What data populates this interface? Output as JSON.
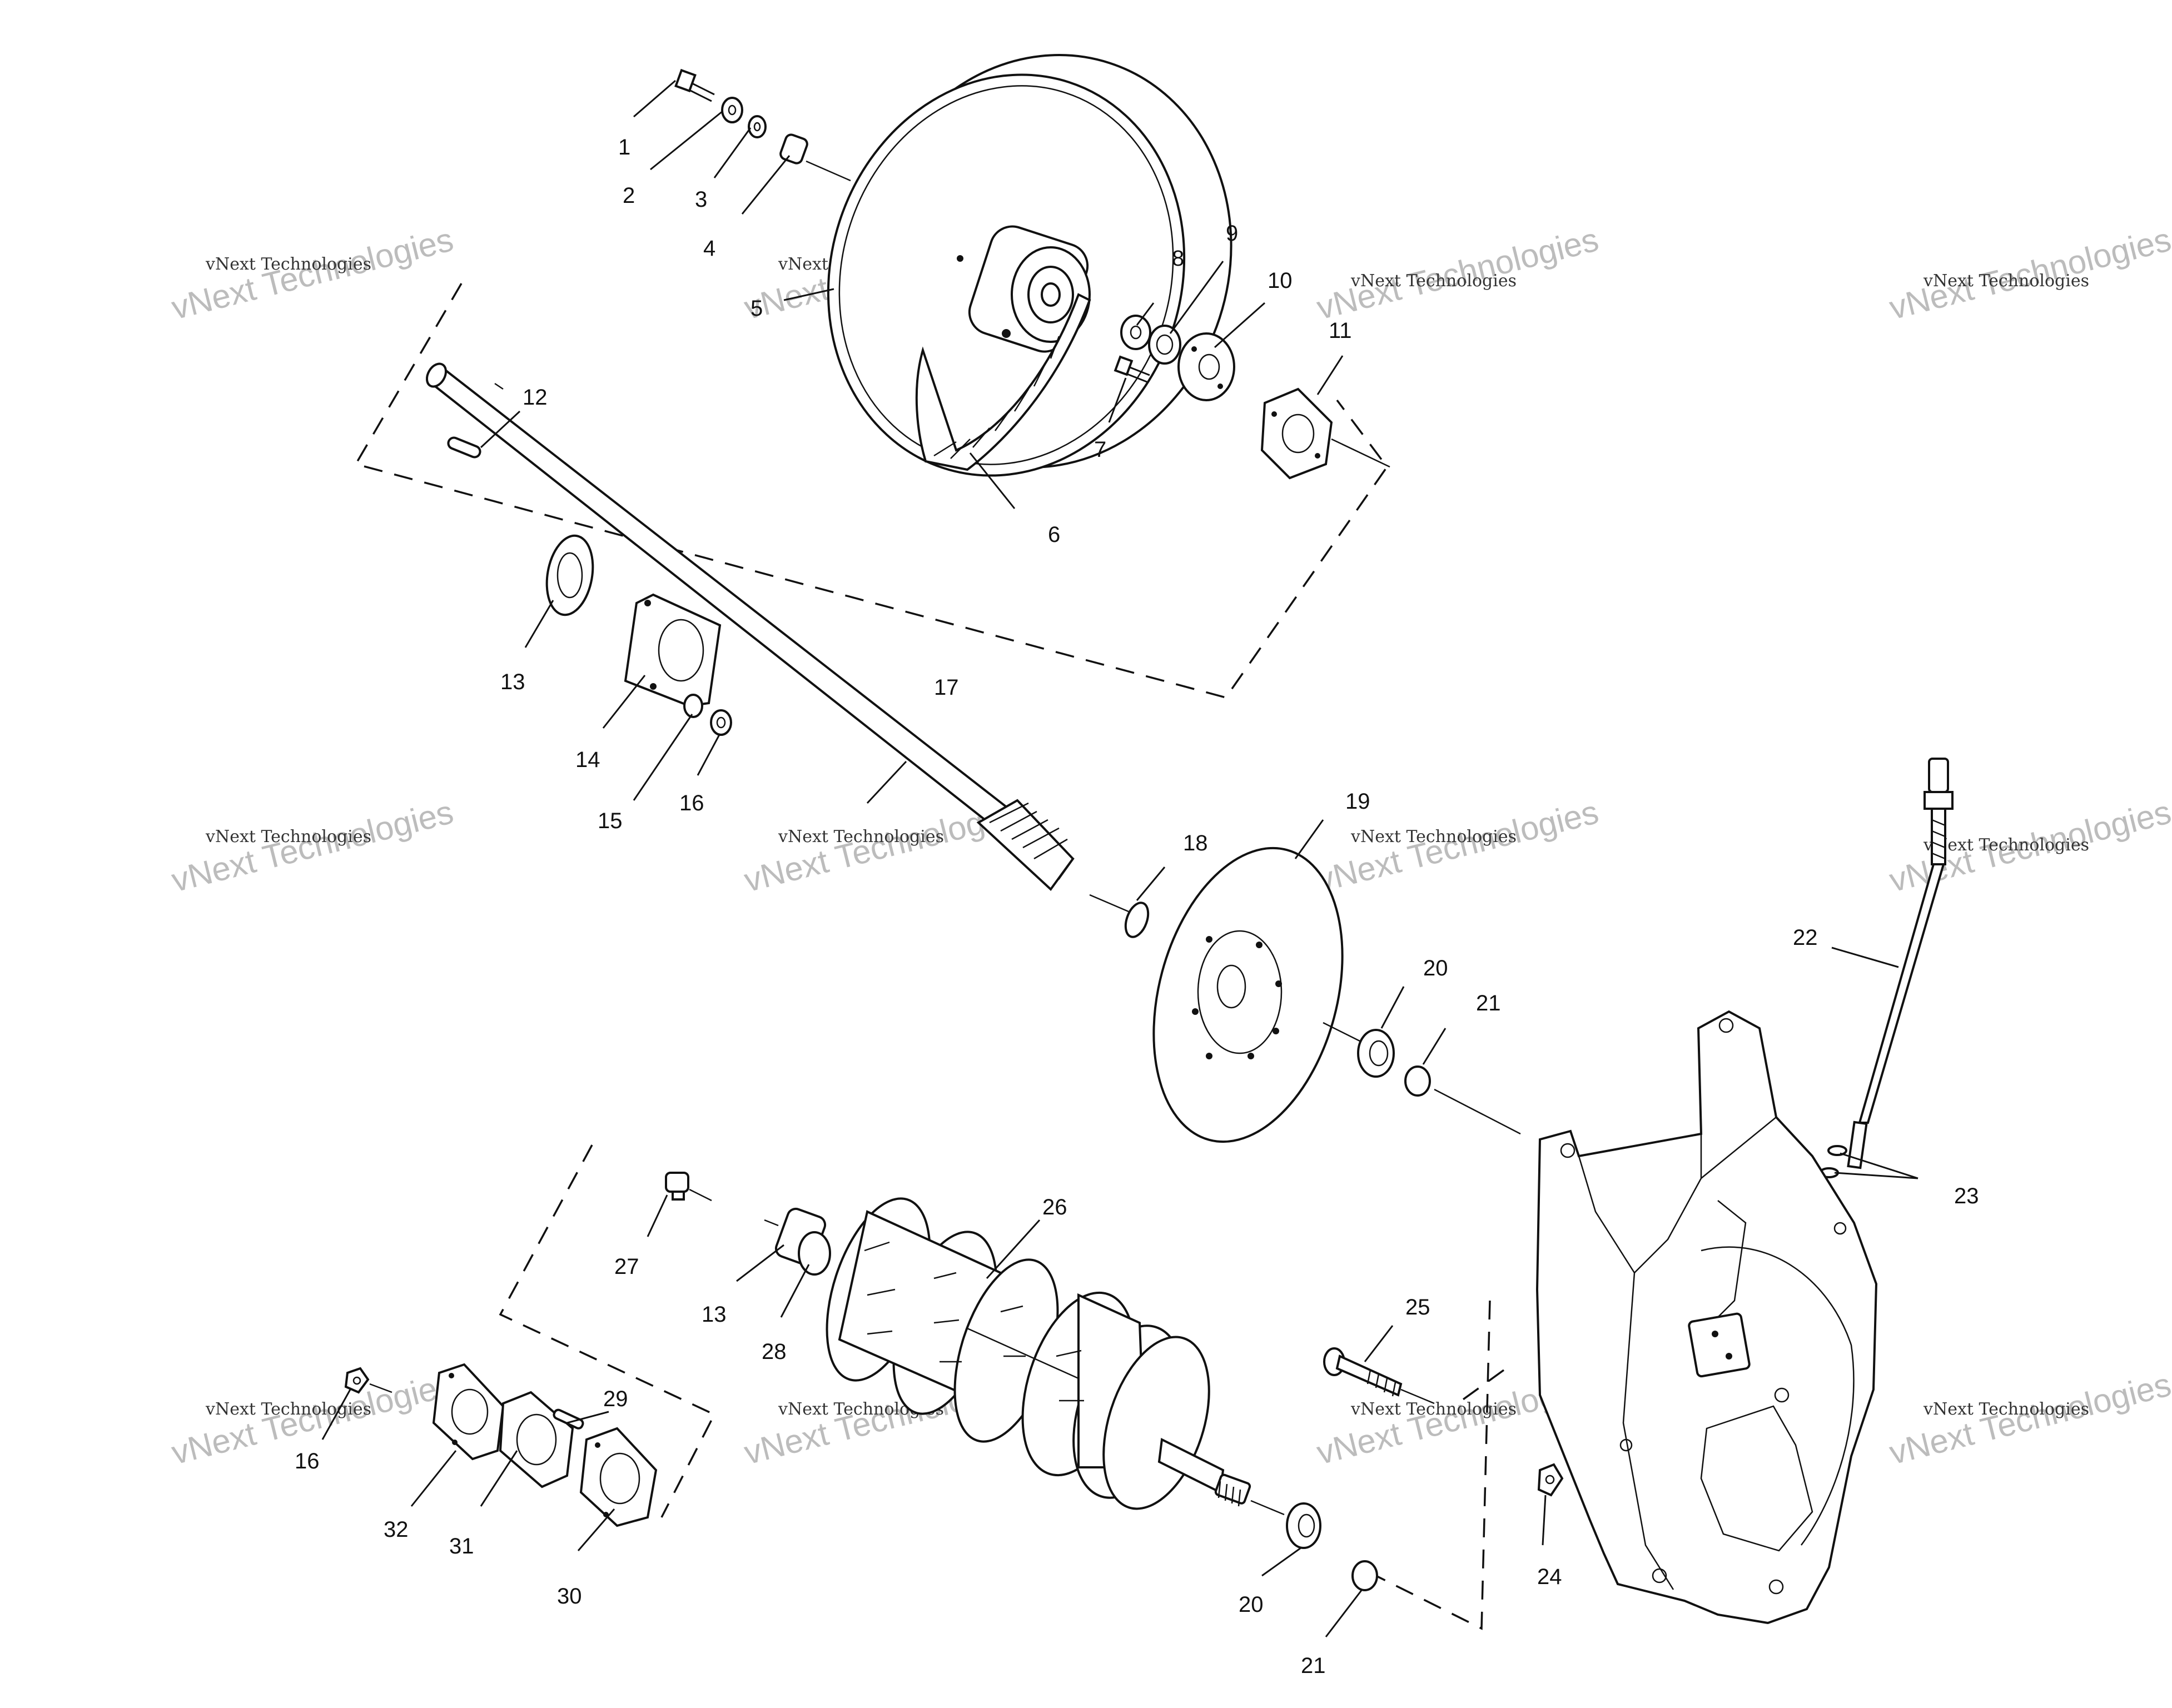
{
  "watermark": {
    "big": "vNext Technologies",
    "small": "vNext Technologies"
  },
  "callouts": [
    "1",
    "2",
    "3",
    "4",
    "5",
    "6",
    "7",
    "8",
    "9",
    "10",
    "11",
    "12",
    "13",
    "14",
    "15",
    "16",
    "17",
    "18",
    "19",
    "20",
    "21",
    "22",
    "23",
    "24",
    "25",
    "26",
    "27",
    "28",
    "29",
    "30",
    "31",
    "32"
  ]
}
